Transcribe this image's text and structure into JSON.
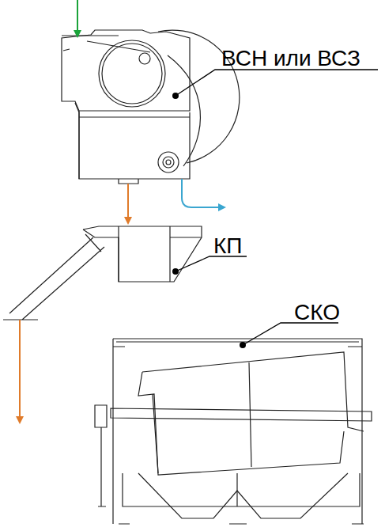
{
  "diagram": {
    "labels": [
      "ВСН или ВСЗ",
      "КП",
      "СКО"
    ]
  }
}
